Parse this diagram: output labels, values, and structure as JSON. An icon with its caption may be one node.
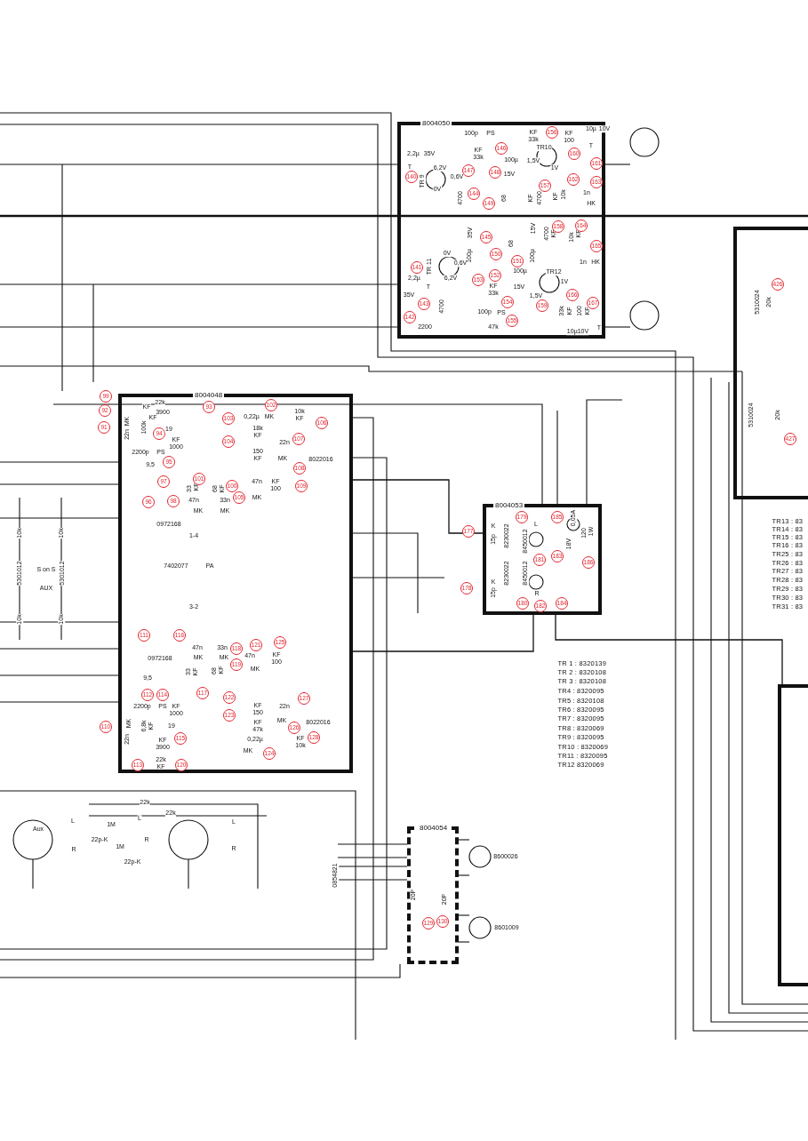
{
  "diagram": {
    "nodes": [
      {
        "text": [
          "8004050"
        ]
      },
      {
        "text": [],
        "shape": "box"
      },
      {
        "text": [
          "8004048"
        ]
      },
      {
        "text": [
          "8004053"
        ]
      },
      {
        "text": [],
        "shape": "box"
      },
      {
        "text": [
          "8004054"
        ]
      }
    ],
    "edges": [
      {
        "from": 2,
        "to": 3,
        "arrow": "none"
      },
      {
        "from": 2,
        "to": 3,
        "arrow": "none"
      },
      {
        "from": 3,
        "to": 4,
        "arrow": "none"
      }
    ],
    "labels": [
      "2,2µ",
      "35V",
      "T",
      "140",
      "TR 9",
      "6,2V",
      "0,6V",
      "0V",
      "100p",
      "PS",
      "146",
      "KF 33k",
      "147",
      "100µ",
      "148",
      "15V",
      "4700",
      "144",
      "68",
      "149",
      "KF 33k",
      "156",
      "KF 100",
      "10µ",
      "10V",
      "160",
      "T",
      "161",
      "TR10",
      "1,5V",
      "1V",
      "KF",
      "4700",
      "157",
      "KF",
      "10k",
      "162",
      "1n",
      "HK",
      "163",
      "35V",
      "100µ",
      "145",
      "68",
      "150",
      "15V",
      "100µ",
      "151",
      "4700",
      "KF",
      "158",
      "10k",
      "KF",
      "164",
      "1n",
      "HK",
      "165",
      "TR 11",
      "0V",
      "0,6V",
      "6,2V",
      "141",
      "2,2µ",
      "35V",
      "T",
      "4700",
      "143",
      "100µ",
      "15V",
      "152",
      "KF 33k",
      "153",
      "100p",
      "PS",
      "154",
      "2200",
      "142",
      "47k",
      "155",
      "TR12",
      "1V",
      "1,5V",
      "159",
      "33k",
      "KF",
      "166",
      "100",
      "KF",
      "167",
      "10µ10V",
      "T",
      "99",
      "92",
      "91",
      "MK",
      "22n",
      "KF",
      "22k",
      "3900",
      "93",
      "KF",
      "100k",
      "94",
      "19",
      "KF 1000",
      "2200p",
      "PS",
      "95",
      "9,5",
      "97",
      "33",
      "KF",
      "101",
      "68",
      "KF",
      "100",
      "47n",
      "MK",
      "33n",
      "MK",
      "96",
      "98",
      "0972168",
      "102",
      "0,22µ",
      "MK",
      "10k KF",
      "106",
      "103",
      "18k KF",
      "104",
      "150 KF",
      "22n",
      "107",
      "MK",
      "8022016",
      "108",
      "47n",
      "KF 100",
      "109",
      "105",
      "MK",
      "1-4",
      "7402077",
      "PA",
      "3-2",
      "111",
      "116",
      "0972168",
      "47n",
      "MK",
      "33n",
      "MK",
      "118",
      "119",
      "33",
      "KF",
      "68",
      "KF",
      "117",
      "121",
      "47n",
      "MK",
      "125",
      "KF 100",
      "9,5",
      "112",
      "114",
      "2200p",
      "PS",
      "KF 1000",
      "110",
      "MK",
      "22n",
      "6,8k",
      "KF",
      "19",
      "KF 3900",
      "115",
      "22k KF",
      "113",
      "120",
      "122",
      "KF 150",
      "123",
      "KF 47k",
      "0,22µ",
      "MK",
      "124",
      "22n",
      "MK",
      "126",
      "127",
      "8022016",
      "KF 10k",
      "128",
      "177",
      "K",
      "15p",
      "179",
      "8230022",
      "L",
      "8450012",
      "185",
      "0,05A",
      "18V",
      "120",
      "1W",
      "181",
      "183",
      "186",
      "8230022",
      "8450012",
      "K",
      "15p",
      "178",
      "R",
      "180",
      "182",
      "184",
      "TR 1 : 8320139",
      "TR 2 : 8320108",
      "TR 3 : 8320108",
      "TR4 : 8320095",
      "TR5 : 8320108",
      "TR6 : 8320095",
      "TR7 : 8320095",
      "TR8 : 8320069",
      "TR9 : 8320095",
      "TR10 : 8320069",
      "TR11 : 8320095",
      "TR12 8320069",
      "TR13 : 83",
      "TR14 : 83",
      "TR15 : 83",
      "TR16 : 83",
      "TR25 : 83",
      "TR26 : 83",
      "TR27 : 83",
      "TR28 : 83",
      "TR29 : 83",
      "TR30 : 83",
      "TR31 : 83",
      "426",
      "5310024",
      "20k",
      "5310024",
      "20k",
      "427",
      "10k",
      "10k",
      "5301012",
      "S on S",
      "AUX",
      "5301012",
      "10k",
      "10k",
      "22k",
      "22k",
      "1M",
      "L",
      "22p-K",
      "R",
      "1M",
      "22p-K",
      "Aux",
      "L",
      "R",
      "L",
      "R",
      "0854821",
      "20P",
      "20P",
      "129",
      "130",
      "8600026",
      "8601009"
    ]
  }
}
